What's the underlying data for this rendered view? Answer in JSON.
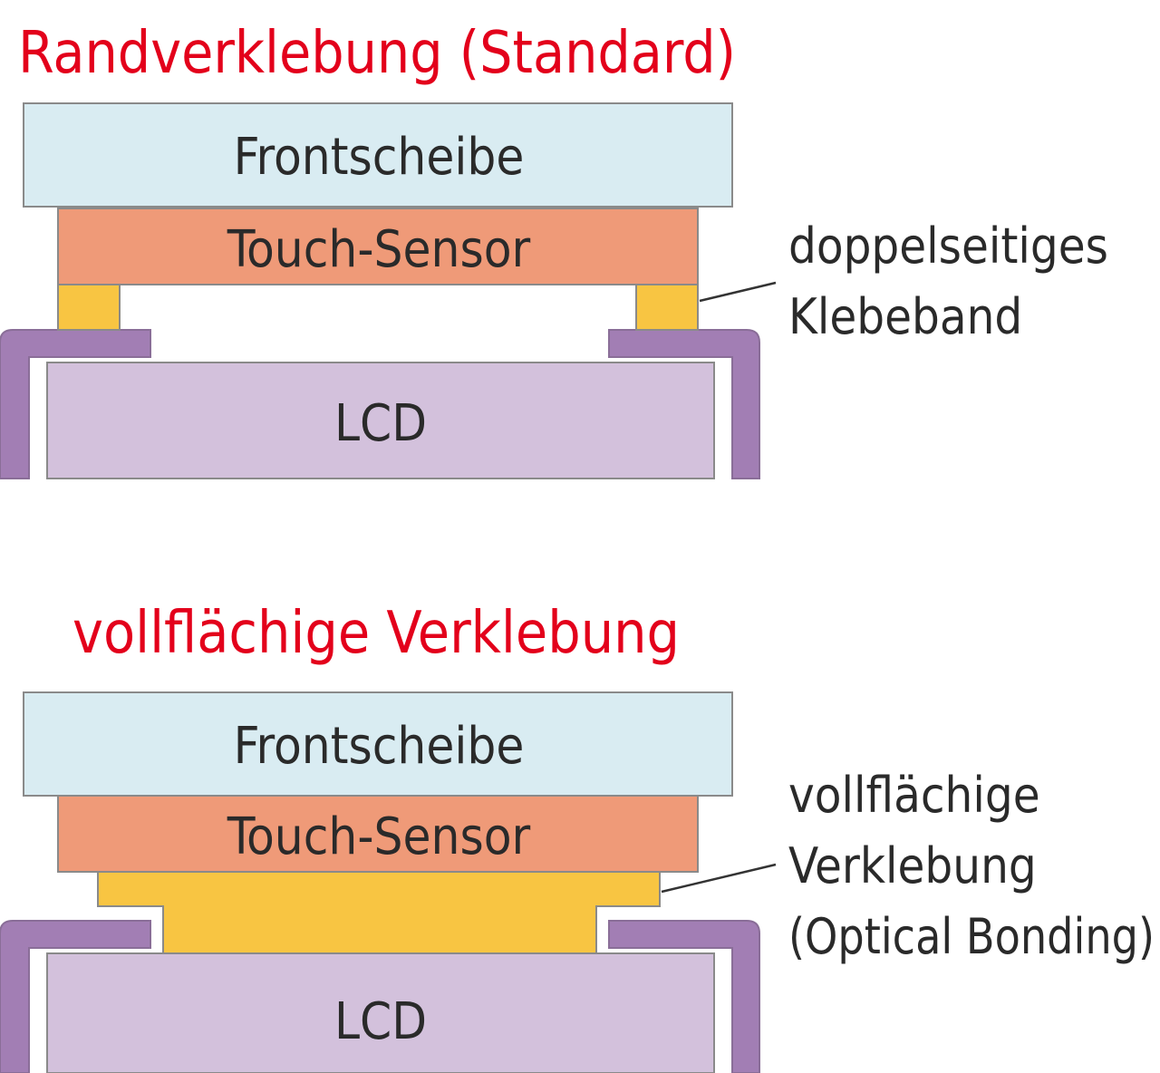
{
  "colors": {
    "heading": "#e3001b",
    "frontscheibe": "#d9ecf2",
    "touch_sensor": "#ef9a78",
    "adhesive": "#f8c542",
    "lcd": "#d3c1dc",
    "frame": "#a27eb4",
    "outline": "#8a8a8a",
    "text": "#2a2a2a"
  },
  "standard": {
    "title": "Randverklebung (Standard)",
    "front_label": "Frontscheibe",
    "touch_label": "Touch-Sensor",
    "lcd_label": "LCD",
    "annotation": [
      "doppelseitiges",
      "Klebeband"
    ]
  },
  "bonding": {
    "title": "vollflächige Verklebung",
    "front_label": "Frontscheibe",
    "touch_label": "Touch-Sensor",
    "lcd_label": "LCD",
    "annotation": [
      "vollflächige",
      "Verklebung",
      "(Optical Bonding)"
    ]
  }
}
